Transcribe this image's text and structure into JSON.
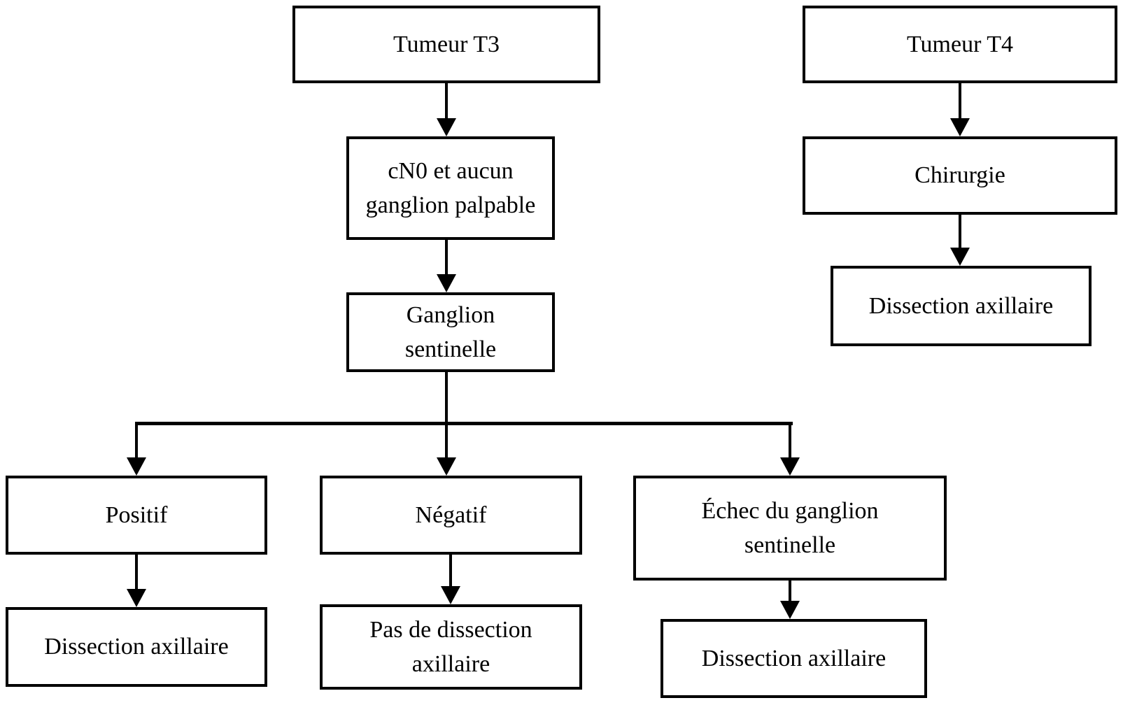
{
  "diagram": {
    "type": "flowchart",
    "language": "fr",
    "background_color": "#ffffff",
    "line_color": "#000000",
    "text_color": "#000000",
    "nodes": [
      {
        "id": "tumeur-t3",
        "label": "Tumeur T3"
      },
      {
        "id": "cn0-aucun-ganglion-palpable",
        "label": "cN0 et aucun ganglion palpable"
      },
      {
        "id": "ganglion-sentinelle",
        "label": "Ganglion sentinelle"
      },
      {
        "id": "positif",
        "label": "Positif"
      },
      {
        "id": "dissection-axillaire-positif",
        "label": "Dissection axillaire"
      },
      {
        "id": "negatif",
        "label": "Négatif"
      },
      {
        "id": "pas-de-dissection-axillaire",
        "label": "Pas de dissection axillaire"
      },
      {
        "id": "echec-du-ganglion-sentinelle",
        "label": "Échec du ganglion sentinelle"
      },
      {
        "id": "dissection-axillaire-echec",
        "label": "Dissection axillaire"
      },
      {
        "id": "tumeur-t4",
        "label": "Tumeur T4"
      },
      {
        "id": "chirurgie",
        "label": "Chirurgie"
      },
      {
        "id": "dissection-axillaire-t4",
        "label": "Dissection axillaire"
      }
    ],
    "edges": [
      {
        "from": "tumeur-t3",
        "to": "cn0-aucun-ganglion-palpable"
      },
      {
        "from": "cn0-aucun-ganglion-palpable",
        "to": "ganglion-sentinelle"
      },
      {
        "from": "ganglion-sentinelle",
        "to": "positif"
      },
      {
        "from": "ganglion-sentinelle",
        "to": "negatif"
      },
      {
        "from": "ganglion-sentinelle",
        "to": "echec-du-ganglion-sentinelle"
      },
      {
        "from": "positif",
        "to": "dissection-axillaire-positif"
      },
      {
        "from": "negatif",
        "to": "pas-de-dissection-axillaire"
      },
      {
        "from": "echec-du-ganglion-sentinelle",
        "to": "dissection-axillaire-echec"
      },
      {
        "from": "tumeur-t4",
        "to": "chirurgie"
      },
      {
        "from": "chirurgie",
        "to": "dissection-axillaire-t4"
      }
    ]
  }
}
